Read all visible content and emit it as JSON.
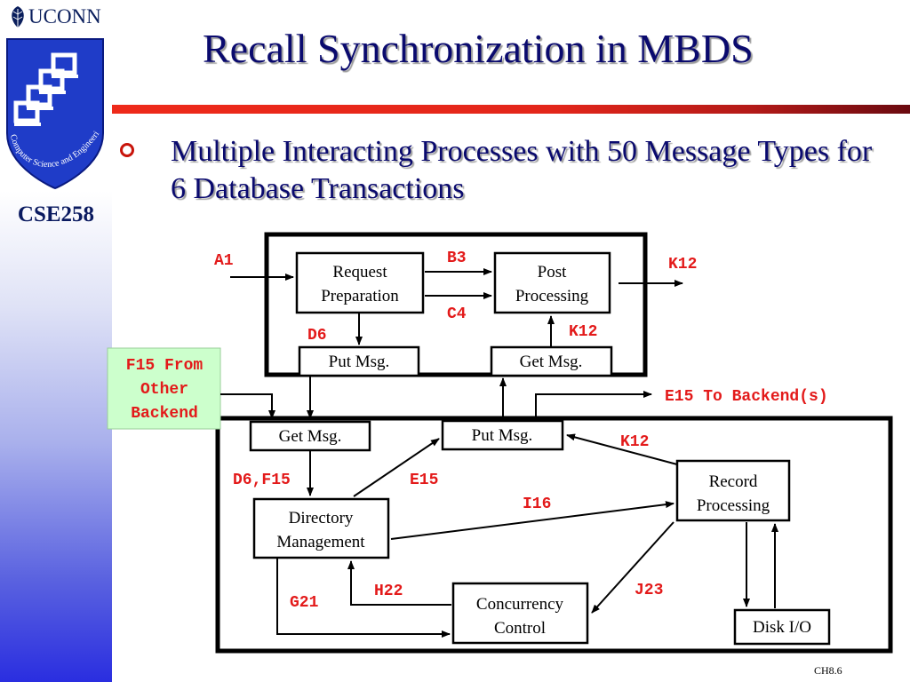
{
  "header": {
    "logo_text": "UCONN",
    "seal_text": "Computer Science and Engineering",
    "course": "CSE258"
  },
  "slide": {
    "title": "Recall Synchronization in MBDS",
    "bullet": "Multiple Interacting Processes with 50 Message Types for 6 Database Transactions",
    "page_number": "CH8.6"
  },
  "diagram": {
    "nodes": {
      "request_preparation": [
        "Request",
        "Preparation"
      ],
      "post_processing": [
        "Post",
        "Processing"
      ],
      "put_msg_top": "Put Msg.",
      "get_msg_top": "Get Msg.",
      "get_msg_bottom": "Get Msg.",
      "put_msg_bottom": "Put Msg.",
      "record_processing": [
        "Record",
        "Processing"
      ],
      "directory_management": [
        "Directory",
        "Management"
      ],
      "concurrency_control": [
        "Concurrency",
        "Control"
      ],
      "disk_io": "Disk I/O",
      "other_backend": [
        "F15 From",
        "Other",
        "Backend"
      ]
    },
    "edges": {
      "a1": "A1",
      "b3": "B3",
      "c4": "C4",
      "k12_out": "K12",
      "d6": "D6",
      "k12_top": "K12",
      "e15_backend": "E15 To Backend(s)",
      "k12_bottom": "K12",
      "d6_f15": "D6,F15",
      "e15": "E15",
      "i16": "I16",
      "j23": "J23",
      "h22": "H22",
      "g21": "G21"
    }
  },
  "colors": {
    "title": "#0a0a6e",
    "edge_label": "#e31a1a",
    "title_rule": "#e3261a",
    "backend_box_fill": "#ccffcc"
  }
}
